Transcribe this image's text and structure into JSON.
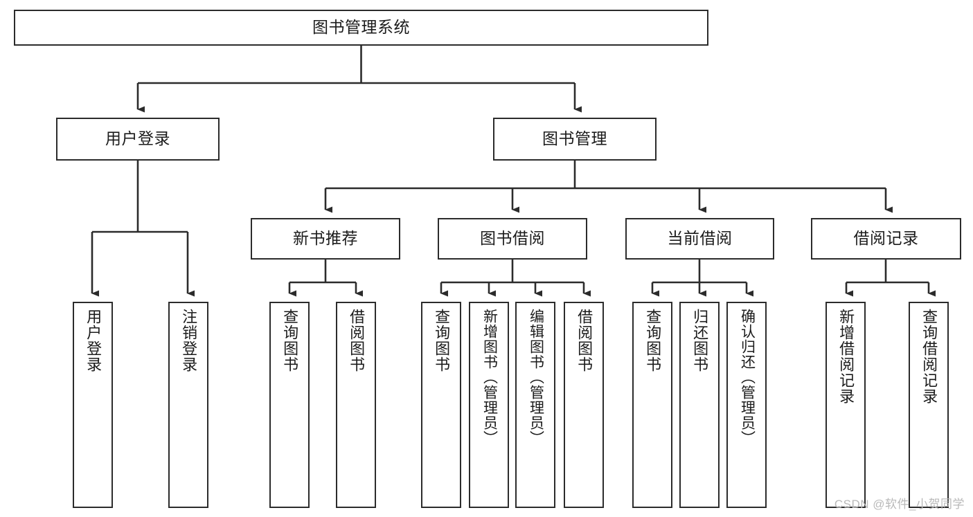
{
  "diagram": {
    "type": "tree-hierarchy-chart",
    "title_node": {
      "label": "图书管理系统"
    },
    "level2": [
      {
        "id": "user-login",
        "label": "用户登录"
      },
      {
        "id": "book-management",
        "label": "图书管理"
      }
    ],
    "level3": [
      {
        "id": "new-book-recommend",
        "label": "新书推荐"
      },
      {
        "id": "book-borrow",
        "label": "图书借阅"
      },
      {
        "id": "current-borrow",
        "label": "当前借阅"
      },
      {
        "id": "borrow-record",
        "label": "借阅记录"
      }
    ],
    "leaves": [
      {
        "id": "leaf-user-login",
        "label": "用户登录",
        "parent": "user-login"
      },
      {
        "id": "leaf-user-logout",
        "label": "注销登录",
        "parent": "user-login"
      },
      {
        "id": "leaf-query-book-1",
        "label": "查询图书",
        "parent": "new-book-recommend"
      },
      {
        "id": "leaf-borrow-book-1",
        "label": "借阅图书",
        "parent": "new-book-recommend"
      },
      {
        "id": "leaf-query-book-2",
        "label": "查询图书",
        "parent": "book-borrow"
      },
      {
        "id": "leaf-add-book",
        "label": "新增图书（管理员）",
        "parent": "book-borrow"
      },
      {
        "id": "leaf-edit-book",
        "label": "编辑图书（管理员）",
        "parent": "book-borrow"
      },
      {
        "id": "leaf-borrow-book-2",
        "label": "借阅图书",
        "parent": "book-borrow"
      },
      {
        "id": "leaf-query-book-3",
        "label": "查询图书",
        "parent": "current-borrow"
      },
      {
        "id": "leaf-return-book",
        "label": "归还图书",
        "parent": "current-borrow"
      },
      {
        "id": "leaf-confirm-return",
        "label": "确认归还（管理员）",
        "parent": "current-borrow"
      },
      {
        "id": "leaf-add-record",
        "label": "新增借阅记录",
        "parent": "borrow-record"
      },
      {
        "id": "leaf-query-record",
        "label": "查询借阅记录",
        "parent": "borrow-record"
      }
    ],
    "colors": {
      "box_border": "#2b2b2b",
      "box_fill": "#ffffff",
      "connector": "#2b2b2b",
      "watermark": "#b9b9b9",
      "background": "#ffffff"
    }
  },
  "watermark": {
    "text": "CSDN @软件_小贺同学"
  }
}
